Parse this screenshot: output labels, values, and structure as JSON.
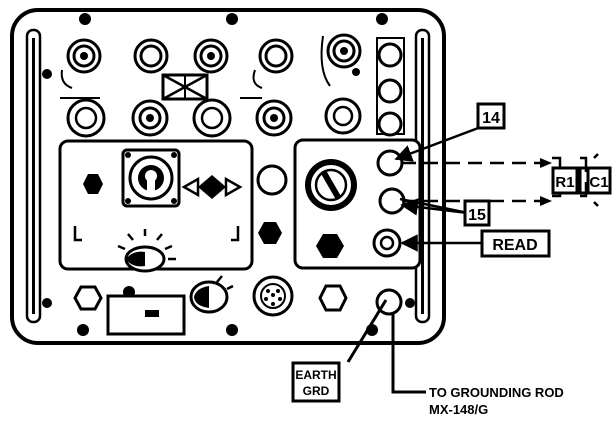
{
  "callouts": {
    "c14": "14",
    "c15": "15",
    "read": "READ",
    "r1": "R1",
    "c1": "C1",
    "earth_line1": "EARTH",
    "earth_line2": "GRD",
    "rod_line1": "TO GROUNDING ROD",
    "rod_line2": "MX-148/G"
  }
}
